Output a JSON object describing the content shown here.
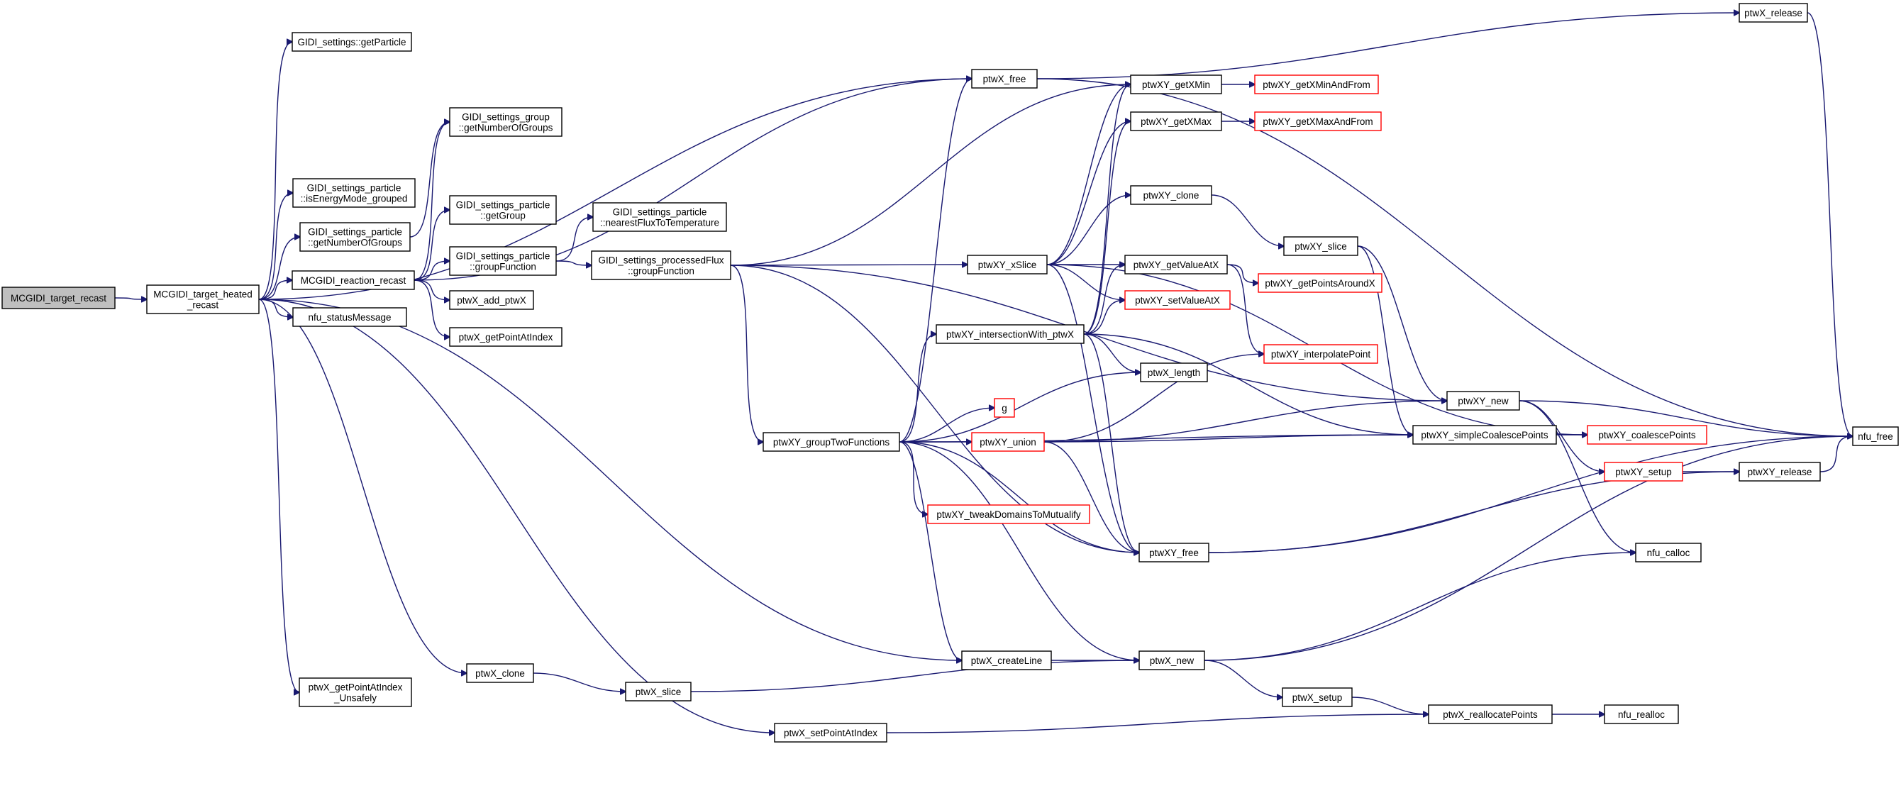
{
  "diagram": {
    "type": "call-graph",
    "colors": {
      "edge": "#191970",
      "truncated_border": "#ff0000",
      "root_fill": "#bfbfbf",
      "node_border": "#000000"
    },
    "nodes": [
      {
        "id": "root",
        "label": [
          "MCGIDI_target_recast"
        ],
        "root": true
      },
      {
        "id": "heated",
        "label": [
          "MCGIDI_target_heated",
          "_recast"
        ]
      },
      {
        "id": "getParticle",
        "label": [
          "GIDI_settings::getParticle"
        ]
      },
      {
        "id": "grpNumGroups",
        "label": [
          "GIDI_settings_group",
          "::getNumberOfGroups"
        ]
      },
      {
        "id": "isEnergy",
        "label": [
          "GIDI_settings_particle",
          "::isEnergyMode_grouped"
        ]
      },
      {
        "id": "partNumGroups",
        "label": [
          "GIDI_settings_particle",
          "::getNumberOfGroups"
        ]
      },
      {
        "id": "partGetGroup",
        "label": [
          "GIDI_settings_particle",
          "::getGroup"
        ]
      },
      {
        "id": "reaction",
        "label": [
          "MCGIDI_reaction_recast"
        ]
      },
      {
        "id": "partGroupFn",
        "label": [
          "GIDI_settings_particle",
          "::groupFunction"
        ]
      },
      {
        "id": "nearestFlux",
        "label": [
          "GIDI_settings_particle",
          "::nearestFluxToTemperature"
        ]
      },
      {
        "id": "fluxGroupFn",
        "label": [
          "GIDI_settings_processedFlux",
          "::groupFunction"
        ]
      },
      {
        "id": "addPtwX",
        "label": [
          "ptwX_add_ptwX"
        ]
      },
      {
        "id": "statusMsg",
        "label": [
          "nfu_statusMessage"
        ]
      },
      {
        "id": "getPointAtIndex",
        "label": [
          "ptwX_getPointAtIndex"
        ]
      },
      {
        "id": "ptwXfree",
        "label": [
          "ptwX_free"
        ]
      },
      {
        "id": "ptwXrelease",
        "label": [
          "ptwX_release"
        ]
      },
      {
        "id": "getXMin",
        "label": [
          "ptwXY_getXMin"
        ]
      },
      {
        "id": "getXMinAF",
        "label": [
          "ptwXY_getXMinAndFrom"
        ],
        "truncated": true
      },
      {
        "id": "getXMax",
        "label": [
          "ptwXY_getXMax"
        ]
      },
      {
        "id": "getXMaxAF",
        "label": [
          "ptwXY_getXMaxAndFrom"
        ],
        "truncated": true
      },
      {
        "id": "xySlice",
        "label": [
          "ptwXY_xSlice"
        ]
      },
      {
        "id": "xyClone",
        "label": [
          "ptwXY_clone"
        ]
      },
      {
        "id": "xySliceFn",
        "label": [
          "ptwXY_slice"
        ]
      },
      {
        "id": "getValueAtX",
        "label": [
          "ptwXY_getValueAtX"
        ]
      },
      {
        "id": "getPtsAround",
        "label": [
          "ptwXY_getPointsAroundX"
        ],
        "truncated": true
      },
      {
        "id": "setValueAtX",
        "label": [
          "ptwXY_setValueAtX"
        ],
        "truncated": true
      },
      {
        "id": "intersect",
        "label": [
          "ptwXY_intersectionWith_ptwX"
        ]
      },
      {
        "id": "interpPoint",
        "label": [
          "ptwXY_interpolatePoint"
        ],
        "truncated": true
      },
      {
        "id": "ptwXlength",
        "label": [
          "ptwX_length"
        ]
      },
      {
        "id": "g",
        "label": [
          "g"
        ],
        "truncated": true
      },
      {
        "id": "group2",
        "label": [
          "ptwXY_groupTwoFunctions"
        ]
      },
      {
        "id": "union",
        "label": [
          "ptwXY_union"
        ],
        "truncated": true
      },
      {
        "id": "xyNew",
        "label": [
          "ptwXY_new"
        ]
      },
      {
        "id": "simpleCoalesce",
        "label": [
          "ptwXY_simpleCoalescePoints"
        ]
      },
      {
        "id": "coalesce",
        "label": [
          "ptwXY_coalescePoints"
        ],
        "truncated": true
      },
      {
        "id": "nfuFree",
        "label": [
          "nfu_free"
        ]
      },
      {
        "id": "xySetup",
        "label": [
          "ptwXY_setup"
        ],
        "truncated": true
      },
      {
        "id": "xyRelease",
        "label": [
          "ptwXY_release"
        ]
      },
      {
        "id": "tweak",
        "label": [
          "ptwXY_tweakDomainsToMutualify"
        ],
        "truncated": true
      },
      {
        "id": "xyFree",
        "label": [
          "ptwXY_free"
        ]
      },
      {
        "id": "nfuCalloc",
        "label": [
          "nfu_calloc"
        ]
      },
      {
        "id": "createLine",
        "label": [
          "ptwX_createLine"
        ]
      },
      {
        "id": "ptwXnew",
        "label": [
          "ptwX_new"
        ]
      },
      {
        "id": "ptwXclone",
        "label": [
          "ptwX_clone"
        ]
      },
      {
        "id": "ptwXslice",
        "label": [
          "ptwX_slice"
        ]
      },
      {
        "id": "unsafely",
        "label": [
          "ptwX_getPointAtIndex",
          "_Unsafely"
        ]
      },
      {
        "id": "ptwXsetup",
        "label": [
          "ptwX_setup"
        ]
      },
      {
        "id": "reallocate",
        "label": [
          "ptwX_reallocatePoints"
        ]
      },
      {
        "id": "nfuRealloc",
        "label": [
          "nfu_realloc"
        ]
      },
      {
        "id": "setPointAtIndex",
        "label": [
          "ptwX_setPointAtIndex"
        ]
      }
    ],
    "edges": [
      [
        "root",
        "heated"
      ],
      [
        "heated",
        "getParticle"
      ],
      [
        "heated",
        "isEnergy"
      ],
      [
        "heated",
        "partNumGroups"
      ],
      [
        "heated",
        "reaction"
      ],
      [
        "heated",
        "statusMsg"
      ],
      [
        "heated",
        "ptwXfree"
      ],
      [
        "heated",
        "createLine"
      ],
      [
        "heated",
        "ptwXclone"
      ],
      [
        "heated",
        "unsafely"
      ],
      [
        "heated",
        "setPointAtIndex"
      ],
      [
        "partNumGroups",
        "grpNumGroups"
      ],
      [
        "reaction",
        "grpNumGroups"
      ],
      [
        "reaction",
        "partGetGroup"
      ],
      [
        "reaction",
        "partGroupFn"
      ],
      [
        "reaction",
        "addPtwX"
      ],
      [
        "reaction",
        "getPointAtIndex"
      ],
      [
        "reaction",
        "ptwXfree"
      ],
      [
        "partGroupFn",
        "nearestFlux"
      ],
      [
        "partGroupFn",
        "fluxGroupFn"
      ],
      [
        "fluxGroupFn",
        "getXMin"
      ],
      [
        "fluxGroupFn",
        "xySlice"
      ],
      [
        "fluxGroupFn",
        "xyNew"
      ],
      [
        "fluxGroupFn",
        "group2"
      ],
      [
        "fluxGroupFn",
        "xyFree"
      ],
      [
        "ptwXfree",
        "ptwXrelease"
      ],
      [
        "ptwXfree",
        "nfuFree"
      ],
      [
        "ptwXrelease",
        "nfuFree"
      ],
      [
        "getXMin",
        "getXMinAF"
      ],
      [
        "getXMax",
        "getXMaxAF"
      ],
      [
        "xySlice",
        "getXMin"
      ],
      [
        "xySlice",
        "getXMax"
      ],
      [
        "xySlice",
        "xyClone"
      ],
      [
        "xySlice",
        "getValueAtX"
      ],
      [
        "xySlice",
        "setValueAtX"
      ],
      [
        "xySlice",
        "coalesce"
      ],
      [
        "xySlice",
        "xyFree"
      ],
      [
        "xyClone",
        "xySliceFn"
      ],
      [
        "xySliceFn",
        "xyNew"
      ],
      [
        "xySliceFn",
        "simpleCoalesce"
      ],
      [
        "getValueAtX",
        "getPtsAround"
      ],
      [
        "getValueAtX",
        "interpPoint"
      ],
      [
        "intersect",
        "getXMin"
      ],
      [
        "intersect",
        "getXMax"
      ],
      [
        "intersect",
        "getValueAtX"
      ],
      [
        "intersect",
        "setValueAtX"
      ],
      [
        "intersect",
        "ptwXlength"
      ],
      [
        "intersect",
        "simpleCoalesce"
      ],
      [
        "intersect",
        "xyFree"
      ],
      [
        "group2",
        "ptwXfree"
      ],
      [
        "group2",
        "intersect"
      ],
      [
        "group2",
        "ptwXlength"
      ],
      [
        "group2",
        "g"
      ],
      [
        "group2",
        "union"
      ],
      [
        "group2",
        "simpleCoalesce"
      ],
      [
        "group2",
        "tweak"
      ],
      [
        "group2",
        "xyFree"
      ],
      [
        "group2",
        "createLine"
      ],
      [
        "group2",
        "ptwXnew"
      ],
      [
        "union",
        "interpPoint"
      ],
      [
        "union",
        "xyNew"
      ],
      [
        "union",
        "simpleCoalesce"
      ],
      [
        "union",
        "xyFree"
      ],
      [
        "xyNew",
        "nfuFree"
      ],
      [
        "xyNew",
        "xySetup"
      ],
      [
        "xyNew",
        "nfuCalloc"
      ],
      [
        "simpleCoalesce",
        "coalesce"
      ],
      [
        "xySetup",
        "xyRelease"
      ],
      [
        "xyRelease",
        "nfuFree"
      ],
      [
        "xyFree",
        "xyRelease"
      ],
      [
        "xyFree",
        "nfuFree"
      ],
      [
        "createLine",
        "ptwXnew"
      ],
      [
        "ptwXnew",
        "nfuCalloc"
      ],
      [
        "ptwXnew",
        "nfuFree"
      ],
      [
        "ptwXnew",
        "ptwXsetup"
      ],
      [
        "ptwXclone",
        "ptwXslice"
      ],
      [
        "ptwXslice",
        "ptwXnew"
      ],
      [
        "ptwXsetup",
        "reallocate"
      ],
      [
        "reallocate",
        "nfuRealloc"
      ],
      [
        "setPointAtIndex",
        "reallocate"
      ]
    ]
  }
}
